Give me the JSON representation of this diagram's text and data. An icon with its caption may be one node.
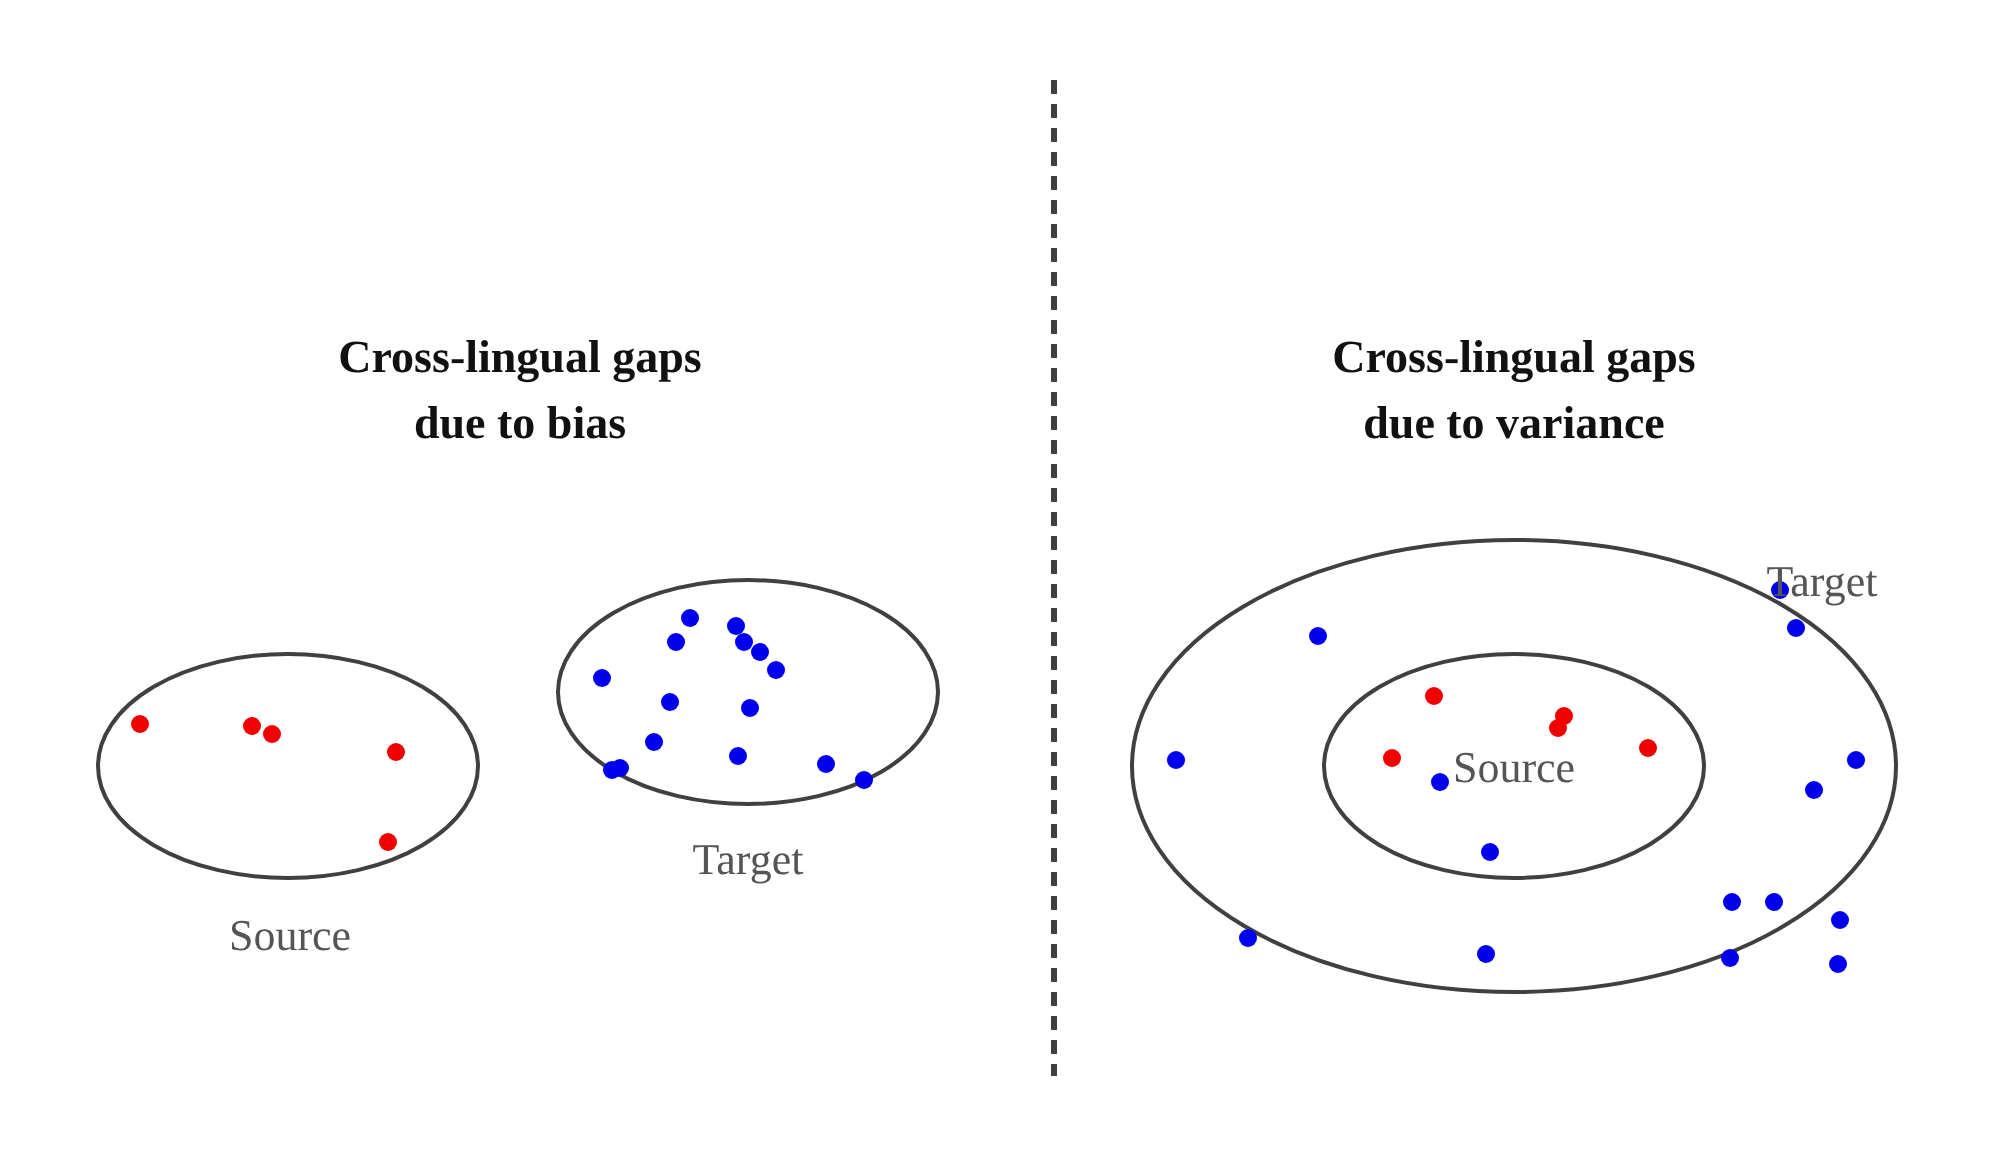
{
  "diagram": {
    "nodes": [
      {
        "text": [
          "Source"
        ]
      },
      {
        "text": [
          "Target"
        ]
      },
      {
        "text": [
          "Target"
        ]
      },
      {
        "text": [
          "Source"
        ],
        "in": 2
      }
    ],
    "labels": [
      "Cross-lingual gaps due to bias",
      "Cross-lingual gaps due to variance"
    ]
  }
}
